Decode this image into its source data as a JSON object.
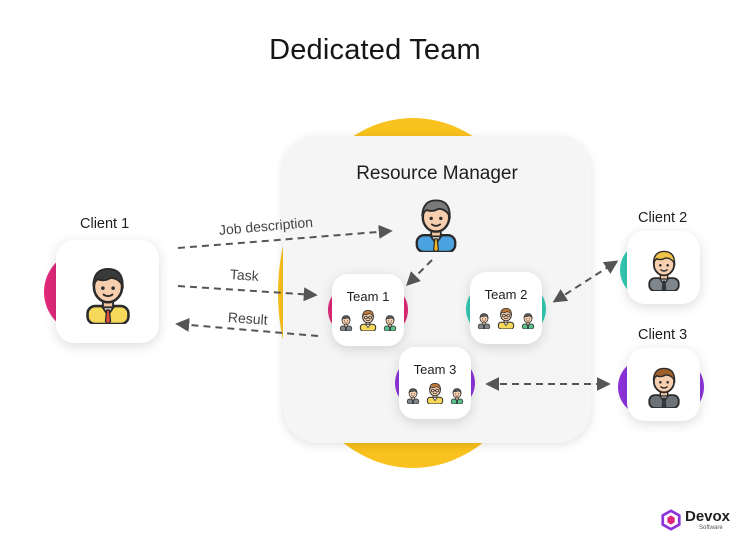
{
  "title": "Dedicated Team",
  "resource_manager": "Resource Manager",
  "clients": [
    {
      "label": "Client 1",
      "ring_color": "#e0287a"
    },
    {
      "label": "Client 2",
      "ring_color": "#34c9b3"
    },
    {
      "label": "Client 3",
      "ring_color": "#8e34dd"
    }
  ],
  "teams": [
    {
      "label": "Team 1",
      "ring_color": "#e0287a"
    },
    {
      "label": "Team 2",
      "ring_color": "#34c9b3"
    },
    {
      "label": "Team 3",
      "ring_color": "#8e34dd"
    }
  ],
  "edges": {
    "job_description": "Job description",
    "task": "Task",
    "result": "Result"
  },
  "colors": {
    "accent_yellow": "#f9c21e",
    "panel": "#f4f5f4",
    "arrow": "#555555"
  },
  "logo": {
    "name": "Devox",
    "sub": "Software"
  }
}
